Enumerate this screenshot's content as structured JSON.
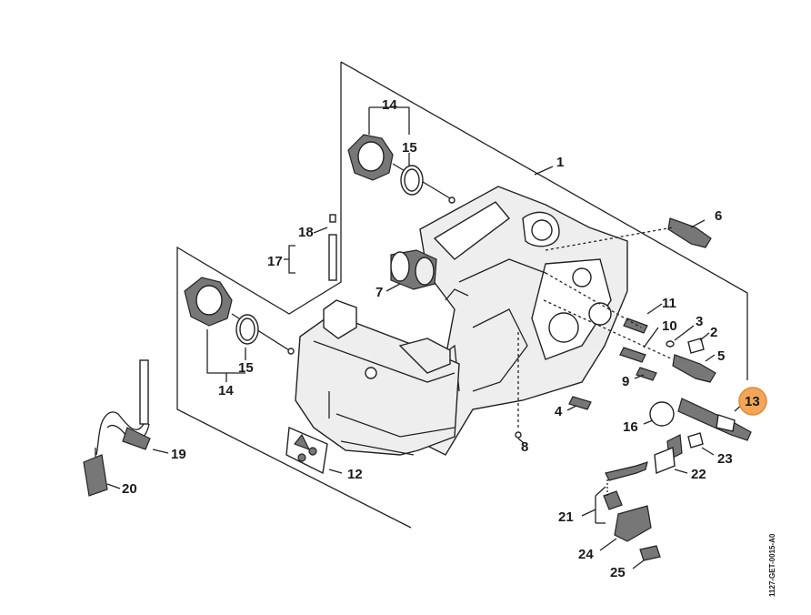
{
  "diagram": {
    "reference_code": "1127-GET-0015-A0",
    "highlighted_part": "13",
    "highlight_color": "#f2a65a",
    "parts": [
      {
        "id": "p1",
        "label": "1"
      },
      {
        "id": "p2",
        "label": "2"
      },
      {
        "id": "p3",
        "label": "3"
      },
      {
        "id": "p4",
        "label": "4"
      },
      {
        "id": "p5",
        "label": "5"
      },
      {
        "id": "p6",
        "label": "6"
      },
      {
        "id": "p7",
        "label": "7"
      },
      {
        "id": "p8",
        "label": "8"
      },
      {
        "id": "p9",
        "label": "9"
      },
      {
        "id": "p10",
        "label": "10"
      },
      {
        "id": "p11",
        "label": "11"
      },
      {
        "id": "p12",
        "label": "12"
      },
      {
        "id": "p13",
        "label": "13"
      },
      {
        "id": "p14a",
        "label": "14"
      },
      {
        "id": "p14b",
        "label": "14"
      },
      {
        "id": "p15a",
        "label": "15"
      },
      {
        "id": "p15b",
        "label": "15"
      },
      {
        "id": "p16",
        "label": "16"
      },
      {
        "id": "p17",
        "label": "17"
      },
      {
        "id": "p18",
        "label": "18"
      },
      {
        "id": "p19",
        "label": "19"
      },
      {
        "id": "p20",
        "label": "20"
      },
      {
        "id": "p21",
        "label": "21"
      },
      {
        "id": "p22",
        "label": "22"
      },
      {
        "id": "p23",
        "label": "23"
      },
      {
        "id": "p24",
        "label": "24"
      },
      {
        "id": "p25",
        "label": "25"
      }
    ]
  }
}
